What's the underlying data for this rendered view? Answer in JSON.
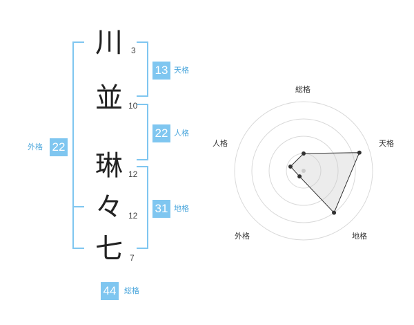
{
  "name": {
    "chars": [
      {
        "char": "川",
        "strokes": "3"
      },
      {
        "char": "並",
        "strokes": "10"
      },
      {
        "char": "琳",
        "strokes": "12"
      },
      {
        "char": "々",
        "strokes": "12"
      },
      {
        "char": "七",
        "strokes": "7"
      }
    ]
  },
  "fortunes": {
    "tenkaku": {
      "value": "13",
      "label": "天格"
    },
    "jinkaku": {
      "value": "22",
      "label": "人格"
    },
    "chikaku": {
      "value": "31",
      "label": "地格"
    },
    "gaikaku": {
      "value": "22",
      "label": "外格"
    },
    "soukaku": {
      "value": "44",
      "label": "総格"
    }
  },
  "colors": {
    "accent": "#7fc6f0",
    "accent_text": "#4aa6dc"
  },
  "chart_data": {
    "type": "radar",
    "axes": [
      "総格",
      "天格",
      "地格",
      "外格",
      "人格"
    ],
    "values": [
      0.25,
      0.85,
      0.75,
      0.1,
      0.2
    ],
    "rings": 4
  }
}
